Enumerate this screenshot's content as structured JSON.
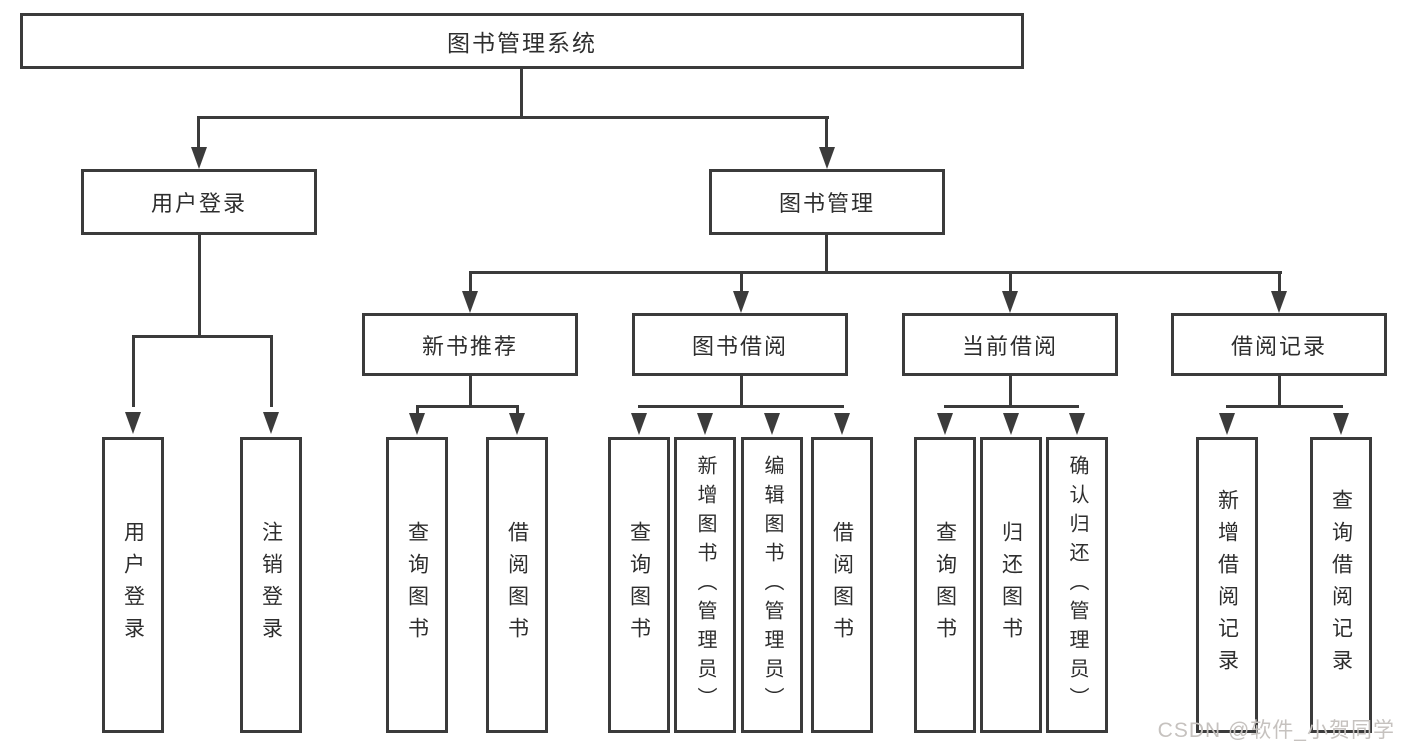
{
  "diagram": {
    "type": "tree",
    "colors": {
      "line": "#3b3b3b",
      "text": "#2e2e2e",
      "background": "#ffffff",
      "watermark": "#c6c2bf"
    },
    "root": {
      "label": "图书管理系统"
    },
    "level2": [
      {
        "label": "用户登录"
      },
      {
        "label": "图书管理"
      }
    ],
    "level3": [
      {
        "label": "新书推荐",
        "parent": "图书管理"
      },
      {
        "label": "图书借阅",
        "parent": "图书管理"
      },
      {
        "label": "当前借阅",
        "parent": "图书管理"
      },
      {
        "label": "借阅记录",
        "parent": "图书管理"
      }
    ],
    "leaves": [
      {
        "label": "用户登录",
        "parent": "用户登录"
      },
      {
        "label": "注销登录",
        "parent": "用户登录"
      },
      {
        "label": "查询图书",
        "parent": "新书推荐"
      },
      {
        "label": "借阅图书",
        "parent": "新书推荐"
      },
      {
        "label": "查询图书",
        "parent": "图书借阅"
      },
      {
        "label": "新增图书（管理员）",
        "parent": "图书借阅"
      },
      {
        "label": "编辑图书（管理员）",
        "parent": "图书借阅"
      },
      {
        "label": "借阅图书",
        "parent": "图书借阅"
      },
      {
        "label": "查询图书",
        "parent": "当前借阅"
      },
      {
        "label": "归还图书",
        "parent": "当前借阅"
      },
      {
        "label": "确认归还（管理员）",
        "parent": "当前借阅"
      },
      {
        "label": "新增借阅记录",
        "parent": "借阅记录"
      },
      {
        "label": "查询借阅记录",
        "parent": "借阅记录"
      }
    ]
  },
  "watermark": {
    "text": "CSDN @软件_小贺同学"
  }
}
